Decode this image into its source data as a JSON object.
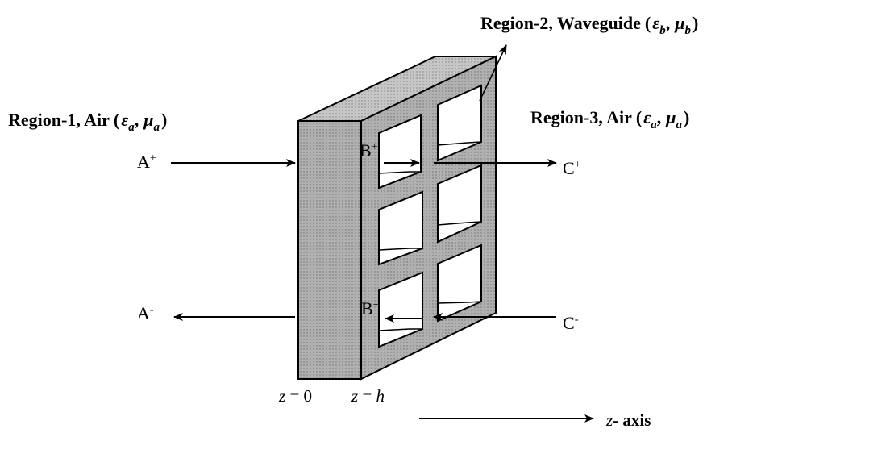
{
  "regions": {
    "region1": {
      "title": "Region-1, Air",
      "eps": "ε",
      "mu": "μ",
      "sub": "a"
    },
    "region2": {
      "title": "Region-2, Waveguide",
      "eps": "ε",
      "mu": "μ",
      "sub": "b"
    },
    "region3": {
      "title": "Region-3, Air",
      "eps": "ε",
      "mu": "μ",
      "sub": "a"
    }
  },
  "waves": {
    "a_plus": {
      "base": "A",
      "sign": "+"
    },
    "a_minus": {
      "base": "A",
      "sign": "-"
    },
    "b_plus": {
      "base": "B",
      "sign": "+"
    },
    "b_minus": {
      "base": "B",
      "sign": "−"
    },
    "c_plus": {
      "base": "C",
      "sign": "+"
    },
    "c_minus": {
      "base": "C",
      "sign": "-"
    }
  },
  "positions": {
    "z0": {
      "var": "z",
      "rest": " = 0"
    },
    "zh": {
      "var": "z",
      "eq": " = ",
      "val": "h"
    }
  },
  "axis": {
    "var": "z",
    "rest": "- axis"
  },
  "colors": {
    "slab_face": "#a9a9a9",
    "slab_top": "#c4c4c4",
    "slab_side": "#b9b9b9",
    "stroke": "#000000"
  }
}
